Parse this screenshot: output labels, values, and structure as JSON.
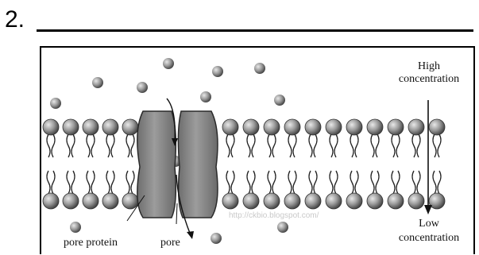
{
  "question": {
    "number": "2."
  },
  "labels": {
    "high_line1": "High",
    "high_line2": "concentration",
    "low_line1": "Low",
    "low_line2": "concentration",
    "pore_protein": "pore protein",
    "pore": "pore"
  },
  "watermark": "http://ckbio.blogspot.com/",
  "colors": {
    "protein_fill": "#8a8a8a",
    "molecule_fill": "#9a9a9a",
    "head_fill": "#a8a8a8",
    "line": "#222222"
  },
  "icons": [
    "solute-molecule",
    "phospholipid",
    "channel-protein",
    "down-arrow"
  ]
}
